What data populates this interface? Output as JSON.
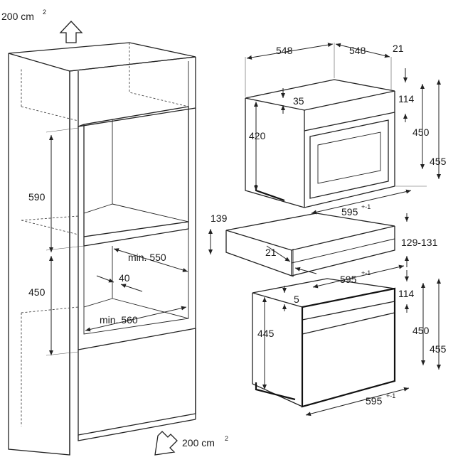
{
  "labels": {
    "vent_top": "200 cm",
    "vent_bottom": "200 cm",
    "vent_sup": "2",
    "cab_590": "590",
    "cab_450": "450",
    "cab_min550": "min. 550",
    "cab_40": "40",
    "cab_min560": "min. 560",
    "top_548a": "548",
    "top_548b": "548",
    "top_21": "21",
    "top_35": "35",
    "top_114": "114",
    "top_420": "420",
    "top_450": "450",
    "top_455": "455",
    "top_595": "595",
    "top_595_tol": "+-1",
    "mid_139": "139",
    "mid_21": "21",
    "mid_129_131": "129-131",
    "mid_595": "595",
    "mid_595_tol": "+-1",
    "bot_5": "5",
    "bot_114": "114",
    "bot_445": "445",
    "bot_450": "450",
    "bot_455": "455",
    "bot_595": "595",
    "bot_595_tol": "+-1"
  },
  "icons": {
    "vent_top": "arrow-up-outline-icon",
    "vent_bottom": "arrow-diagonal-outline-icon"
  }
}
